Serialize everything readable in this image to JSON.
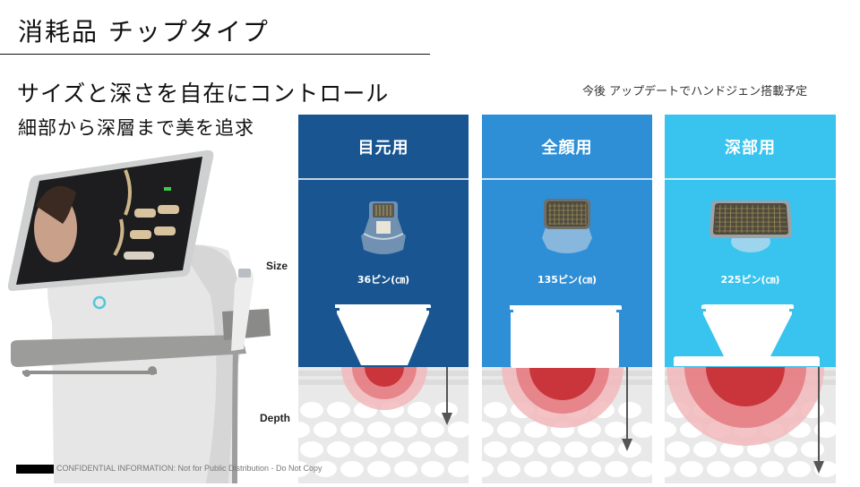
{
  "header": {
    "title": "消耗品 チップタイプ",
    "subtitle": "サイズと深さを自在にコントロール",
    "tagline": "細部から深層まで美を追求",
    "update_note": "今後 アップデートでハンドジェン搭載予定"
  },
  "axis_labels": {
    "size": "Size",
    "depth": "Depth"
  },
  "panels": [
    {
      "label": "目元用",
      "pins": "36ピン(㎝)",
      "color": "#185591",
      "depth_rank": 1
    },
    {
      "label": "全顔用",
      "pins": "135ピン(㎝)",
      "color": "#2e8fd6",
      "depth_rank": 2
    },
    {
      "label": "深部用",
      "pins": "225ピン(㎝)",
      "color": "#38c4ee",
      "depth_rank": 3
    }
  ],
  "colors": {
    "heat_core": "#c9353a",
    "heat_mid": "#e47a80",
    "heat_outer": "#f2b8bb",
    "skin_bg": "#e9e9e9",
    "arrow": "#555555"
  },
  "footer": {
    "confidential": "CONFIDENTIAL INFORMATION: Not for Public Distribution - Do Not Copy"
  },
  "icons": {
    "device": "hifu-device-image",
    "tip_small": "cartridge-tip-small",
    "tip_medium": "cartridge-tip-medium",
    "tip_large": "cartridge-tip-large",
    "depth_arrow": "arrow-down-icon"
  }
}
